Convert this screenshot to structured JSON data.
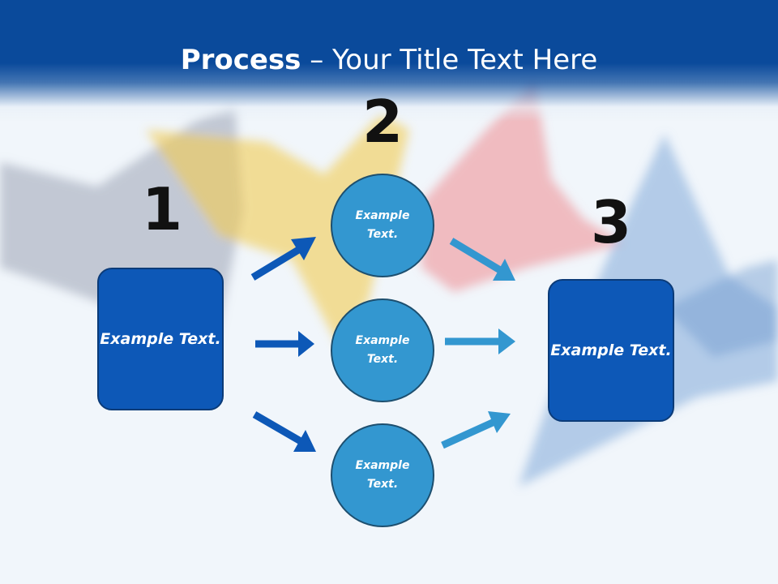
{
  "title": {
    "bold": "Process",
    "rest": " – Your Title Text Here"
  },
  "steps": {
    "one": "1",
    "two": "2",
    "three": "3"
  },
  "nodes": {
    "left_box": "Example Text.",
    "circle_top": "Example Text.",
    "circle_middle": "Example Text.",
    "circle_bottom": "Example Text.",
    "right_box": "Example Text."
  },
  "colors": {
    "header": "#0a4a9b",
    "box_fill": "#0d58b7",
    "circle_fill": "#3397d0",
    "arrow_dark": "#0d58b7",
    "arrow_light": "#3397d0"
  }
}
